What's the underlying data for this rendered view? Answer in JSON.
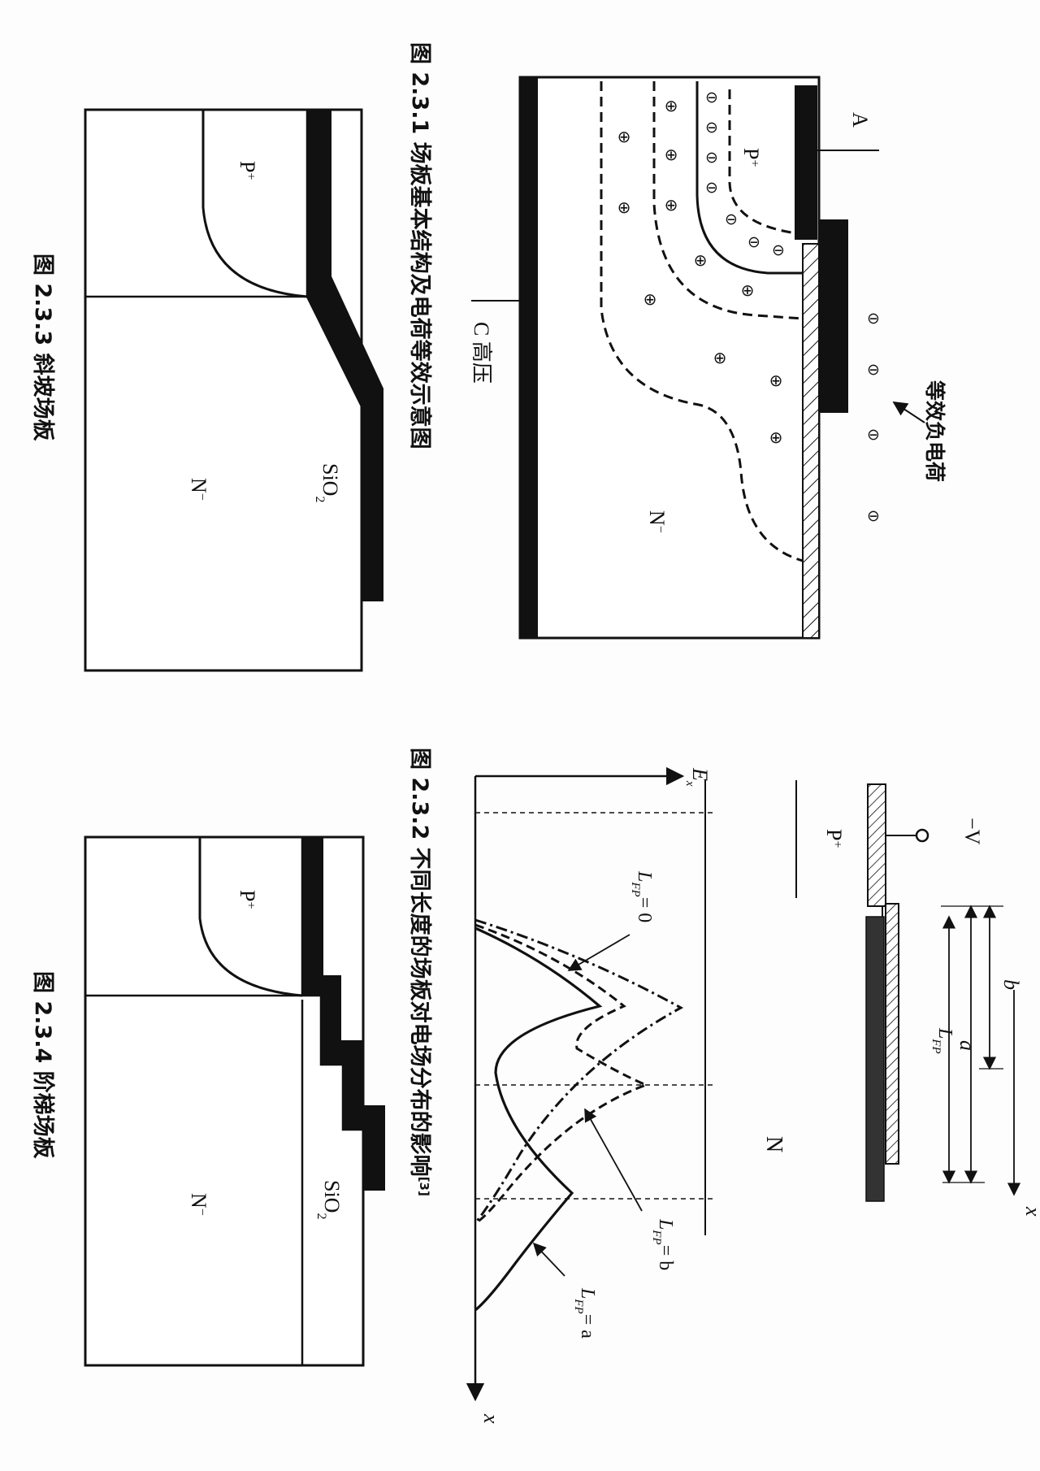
{
  "fig1": {
    "caption": "图 2.3.1   场板基本结构及电荷等效示意图",
    "label_a": "A",
    "label_c": "C 高压",
    "label_p": "P",
    "label_p_sup": "+",
    "label_n": "N",
    "label_n_sup": "−",
    "label_eq": "等效负电荷"
  },
  "fig2": {
    "caption": "图 2.3.2   不同长度的场板对电场分布的影响",
    "caption_ref": "[3]",
    "label_v": "−V",
    "label_p": "P",
    "label_p_sup": "+",
    "label_n": "N",
    "label_ex": "E",
    "label_ex_sub": "x",
    "label_x_top": "x",
    "label_x_bottom": "x",
    "label_b": "b",
    "label_a": "a",
    "label_lfp": "L",
    "label_lfp_sub": "FP",
    "curve_label_0": "= 0",
    "curve_label_b": "= b",
    "curve_label_a": "= a"
  },
  "fig3": {
    "caption": "图 2.3.3   斜坡场板",
    "label_p": "P",
    "label_p_sup": "+",
    "label_sio2": "SiO",
    "label_sio2_sub": "2",
    "label_n": "N",
    "label_n_sup": "−"
  },
  "fig4": {
    "caption": "图 2.3.4   阶梯场板",
    "label_p": "P",
    "label_p_sup": "+",
    "label_sio2": "SiO",
    "label_sio2_sub": "2",
    "label_n": "N",
    "label_n_sup": "−"
  }
}
